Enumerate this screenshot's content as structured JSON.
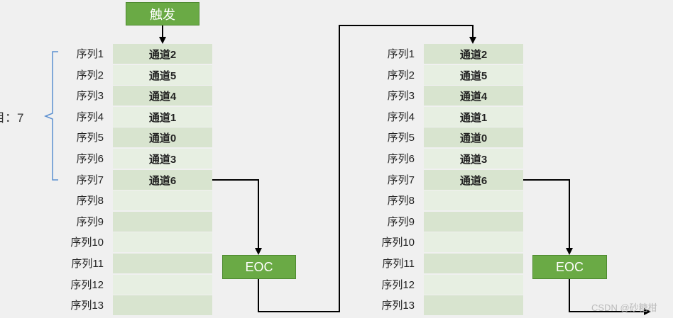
{
  "trigger_label": "触发",
  "eoc_label": "EOC",
  "count_label": "目：7",
  "watermark": "CSDN @砂糖柑",
  "sequences": [
    "序列1",
    "序列2",
    "序列3",
    "序列4",
    "序列5",
    "序列6",
    "序列7",
    "序列8",
    "序列9",
    "序列10",
    "序列11",
    "序列12",
    "序列13"
  ],
  "channels": [
    "通道2",
    "通道5",
    "通道4",
    "通道1",
    "通道0",
    "通道3",
    "通道6",
    "",
    "",
    "",
    "",
    "",
    ""
  ],
  "colors": {
    "background": "#f0f0f0",
    "box_green": "#6aaa45",
    "cell_dark": "#d8e4cf",
    "cell_light": "#e7efe2",
    "brace": "#5b8fd0",
    "arrow": "#000000"
  }
}
